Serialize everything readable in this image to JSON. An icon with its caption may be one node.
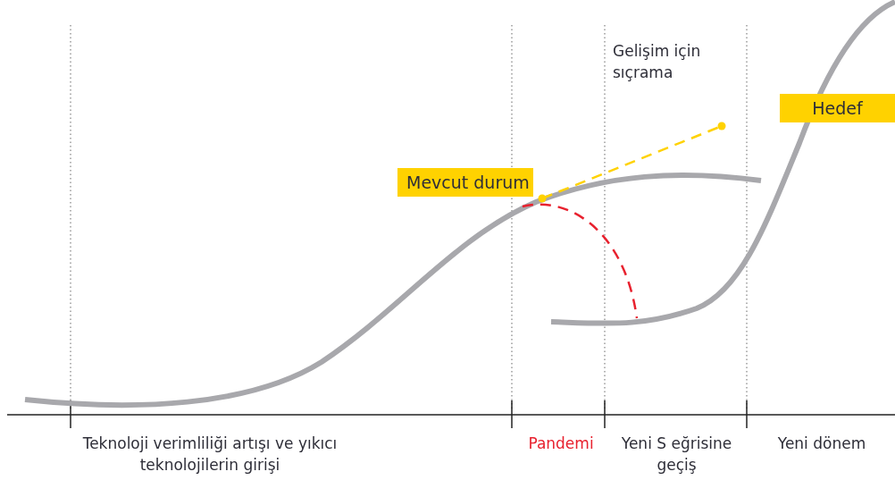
{
  "diagram": {
    "nodes": [
      {
        "text": [
          "Mevcut durum"
        ]
      },
      {
        "text": [
          "Hedef"
        ]
      }
    ],
    "labels": [
      "Gelişim için sıçrama",
      "Teknoloji verimliliği artışı ve yıkıcı teknolojilerin girişi",
      "Pandemi",
      "Yeni S eğrisine geçiş",
      "Yeni dönem"
    ]
  }
}
